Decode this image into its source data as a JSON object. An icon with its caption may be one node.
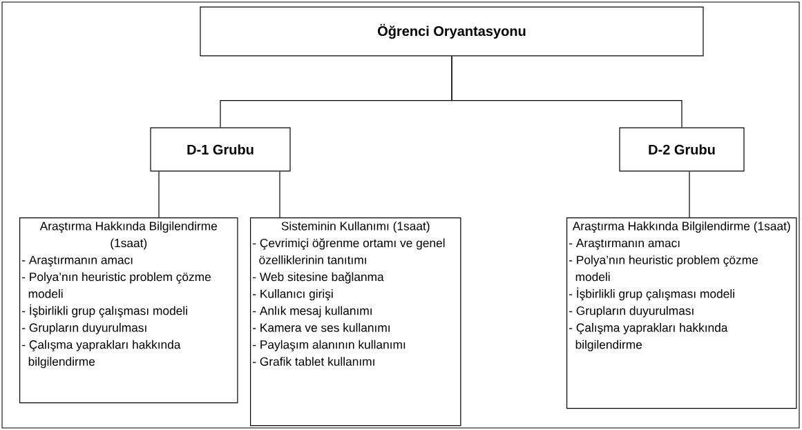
{
  "diagram": {
    "nodes": [
      {
        "text": [
          "Öğrenci Oryantasyonu"
        ]
      },
      {
        "text": [
          "D-1 Grubu"
        ]
      },
      {
        "text": [
          "D-2 Grubu"
        ]
      },
      {
        "text": [
          "Araştırma Hakkında Bilgilendirme (1saat)",
          "- Araştırmanın amacı",
          "- Polya’nın heuristic problem çözme modeli",
          "- İşbirlikli grup çalışması modeli",
          "- Grupların duyurulması",
          "- Çalışma yaprakları hakkında bilgilendirme"
        ]
      },
      {
        "text": [
          "Sisteminin Kullanımı (1saat)",
          "- Çevrimiçi öğrenme ortamı ve genel özelliklerinin tanıtımı",
          "- Web sitesine bağlanma",
          "- Kullanıcı girişi",
          "- Anlık mesaj kullanımı",
          "- Kamera ve ses kullanımı",
          "- Paylaşım alanının kullanımı",
          "- Grafik tablet kullanımı"
        ]
      },
      {
        "text": [
          "Araştırma Hakkında Bilgilendirme (1saat)",
          "- Araştırmanın amacı",
          "- Polya’nın heuristic problem çözme modeli",
          "- İşbirlikli grup çalışması modeli",
          "- Grupların duyurulması",
          "- Çalışma yaprakları hakkında bilgilendirme"
        ]
      }
    ],
    "edges": [
      {
        "from": 0,
        "to": 1,
        "arrow": "none"
      },
      {
        "from": 0,
        "to": 2,
        "arrow": "none"
      },
      {
        "from": 1,
        "to": 3,
        "arrow": "none"
      },
      {
        "from": 1,
        "to": 4,
        "arrow": "none"
      },
      {
        "from": 2,
        "to": 5,
        "arrow": "none"
      }
    ]
  }
}
